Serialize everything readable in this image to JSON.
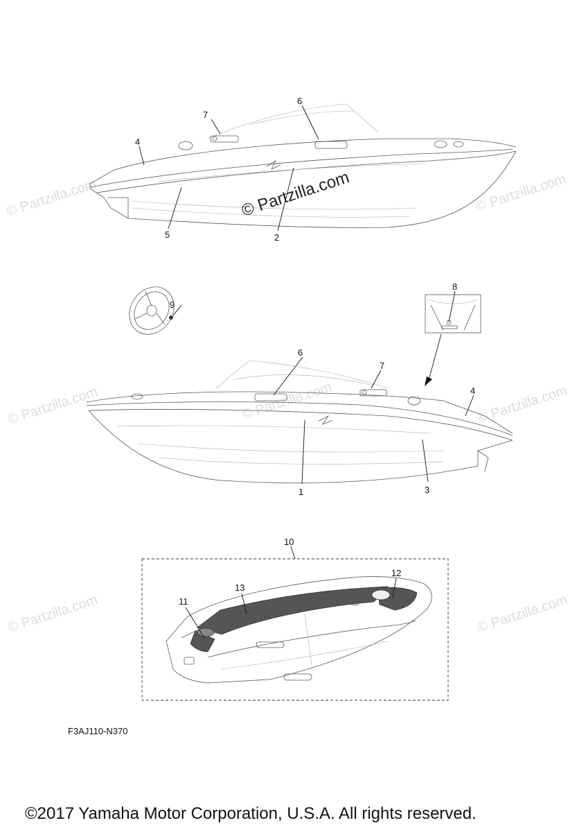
{
  "watermark": {
    "main": "© Partzilla.com",
    "repeat": "© Partzilla.com"
  },
  "boat_side_view": {
    "callouts": [
      "7",
      "6",
      "4",
      "5",
      "2"
    ]
  },
  "boat_other_side_view": {
    "callouts": [
      "9",
      "8",
      "6",
      "7",
      "4",
      "1",
      "3"
    ]
  },
  "deck_mat_view": {
    "callouts": [
      "10",
      "13",
      "12",
      "11"
    ]
  },
  "part_code": "F3AJ110-N370",
  "copyright": "©2017  Yamaha Motor Corporation, U.S.A. All rights reserved."
}
